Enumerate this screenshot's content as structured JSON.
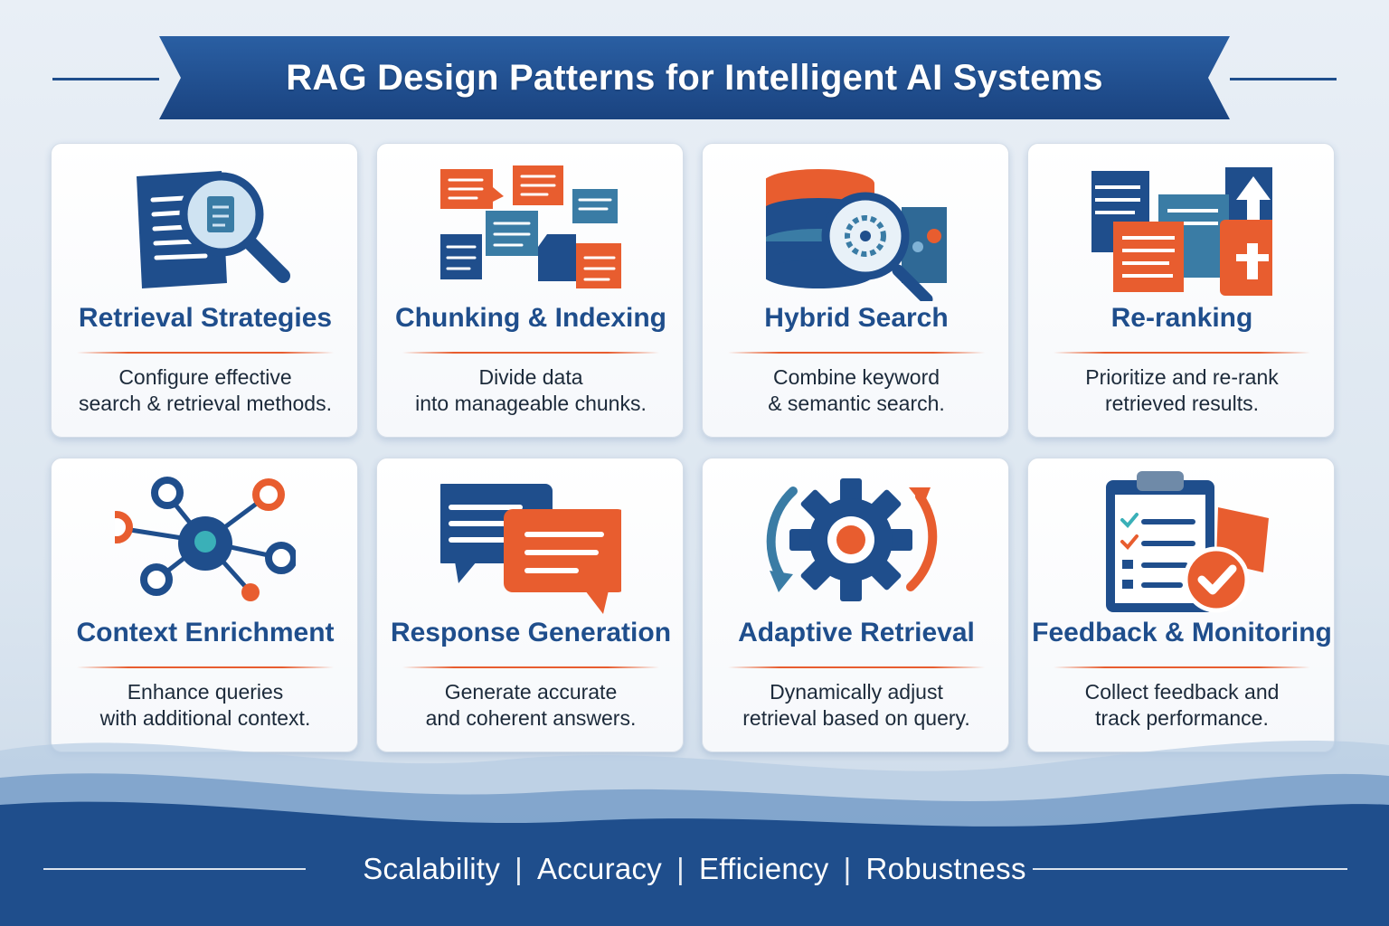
{
  "header": {
    "title": "RAG Design Patterns for Intelligent AI Systems"
  },
  "colors": {
    "navy": "#1f4e8c",
    "orange": "#e85d2f",
    "teal": "#3a7ca5"
  },
  "cards": [
    {
      "title": "Retrieval Strategies",
      "desc_line1": "Configure effective",
      "desc_line2": "search & retrieval methods.",
      "icon": "document-magnifier-icon"
    },
    {
      "title": "Chunking & Indexing",
      "desc_line1": "Divide data",
      "desc_line2": "into manageable chunks.",
      "icon": "document-chunks-icon"
    },
    {
      "title": "Hybrid Search",
      "desc_line1": "Combine keyword",
      "desc_line2": "& semantic search.",
      "icon": "database-search-icon"
    },
    {
      "title": "Re-ranking",
      "desc_line1": "Prioritize and re-rank",
      "desc_line2": "retrieved results.",
      "icon": "ranked-documents-icon"
    },
    {
      "title": "Context Enrichment",
      "desc_line1": "Enhance queries",
      "desc_line2": "with additional context.",
      "icon": "network-nodes-icon"
    },
    {
      "title": "Response Generation",
      "desc_line1": "Generate accurate",
      "desc_line2": "and coherent answers.",
      "icon": "chat-bubbles-icon"
    },
    {
      "title": "Adaptive Retrieval",
      "desc_line1": "Dynamically adjust",
      "desc_line2": "retrieval based on query.",
      "icon": "gear-cycle-icon"
    },
    {
      "title": "Feedback & Monitoring",
      "desc_line1": "Collect feedback and",
      "desc_line2": "track performance.",
      "icon": "clipboard-check-icon"
    }
  ],
  "footer": {
    "items": [
      "Scalability",
      "Accuracy",
      "Efficiency",
      "Robustness"
    ],
    "separator": "|"
  }
}
